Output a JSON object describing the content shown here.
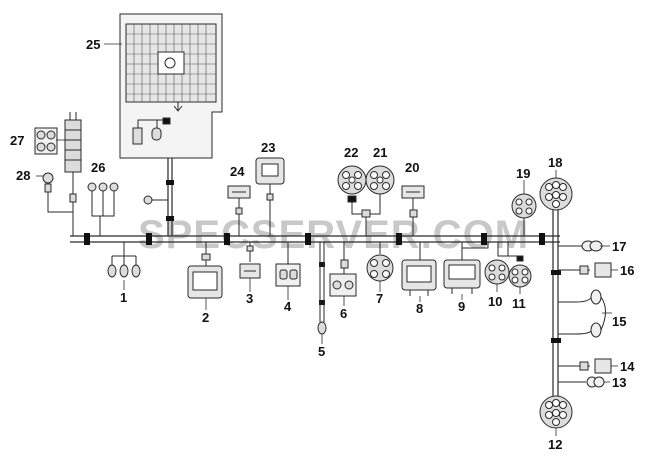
{
  "watermark": "SPECSERVER.COM",
  "labels": {
    "l1": "1",
    "l2": "2",
    "l3": "3",
    "l4": "4",
    "l5": "5",
    "l6": "6",
    "l7": "7",
    "l8": "8",
    "l9": "9",
    "l10": "10",
    "l11": "11",
    "l12": "12",
    "l13": "13",
    "l14": "14",
    "l15": "15",
    "l16": "16",
    "l17": "17",
    "l18": "18",
    "l19": "19",
    "l20": "20",
    "l21": "21",
    "l22": "22",
    "l23": "23",
    "l24": "24",
    "l25": "25",
    "l26": "26",
    "l27": "27",
    "l28": "28"
  },
  "colors": {
    "line": "#2a2a2a",
    "fill": "#dcdcdc",
    "tape": "#111111"
  }
}
